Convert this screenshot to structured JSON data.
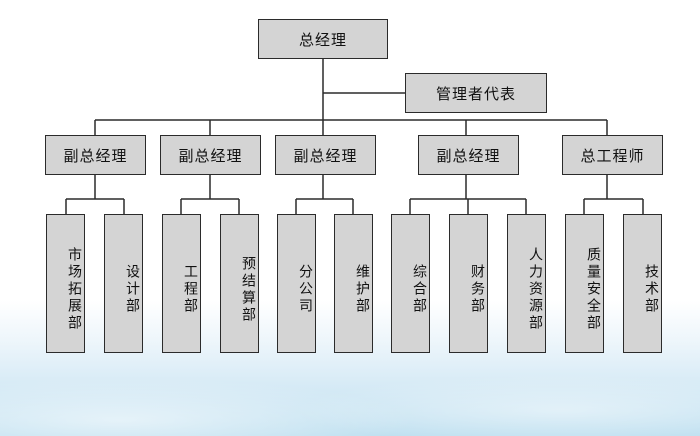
{
  "root": {
    "label": "总经理"
  },
  "representative": {
    "label": "管理者代表"
  },
  "managers": [
    {
      "label": "副总经理",
      "departments": [
        "市场拓展部",
        "设计部"
      ]
    },
    {
      "label": "副总经理",
      "departments": [
        "工程部",
        "预结算部"
      ]
    },
    {
      "label": "副总经理",
      "departments": [
        "分公司",
        "维护部"
      ]
    },
    {
      "label": "副总经理",
      "departments": [
        "综合部",
        "财务部",
        "人力资源部"
      ]
    },
    {
      "label": "总工程师",
      "departments": [
        "质量安全部",
        "技术部"
      ]
    }
  ],
  "colors": {
    "box_fill": "#d4d4d4",
    "line": "#2b2b2b",
    "background_tint": "#cfe7f4"
  }
}
